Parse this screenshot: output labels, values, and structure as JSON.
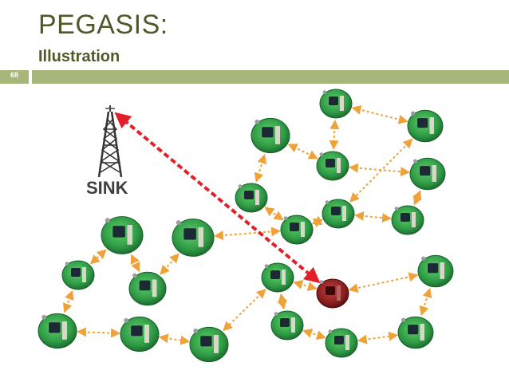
{
  "slide": {
    "title": "PEGASIS:",
    "subtitle": "Illustration",
    "slide_number": "68"
  },
  "diagram": {
    "sink_label": "SINK",
    "colors": {
      "accent_bar": "#a7b77c",
      "title_text": "#4f5a2a",
      "chain_link": "#f0a23a",
      "leader_link": "#e3202a",
      "sensor_board": "#2f9a45",
      "leader_node": "#8a2020"
    },
    "icons": [
      "antenna-tower-icon",
      "sensor-node-icon",
      "leader-node-icon"
    ]
  }
}
